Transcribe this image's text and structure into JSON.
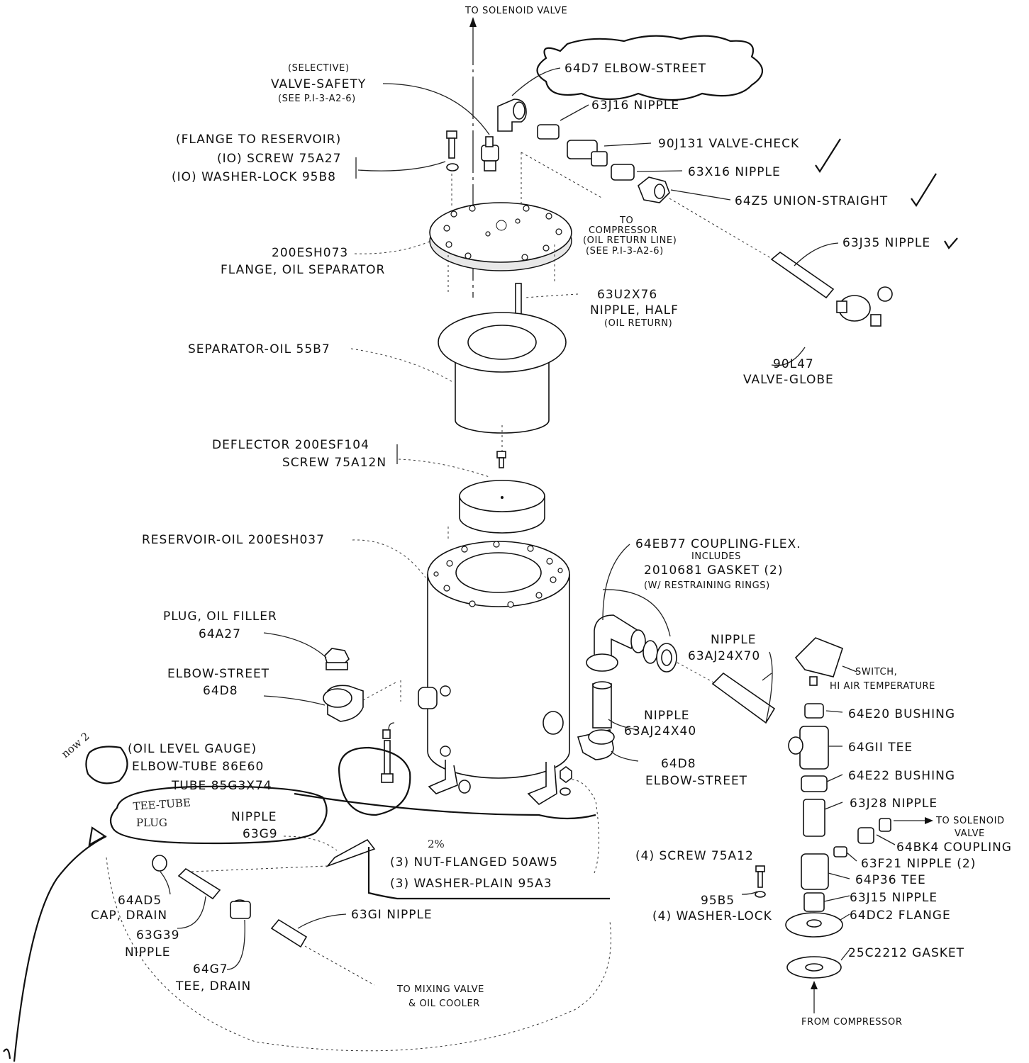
{
  "top_note": "TO SOLENOID VALVE",
  "labels": {
    "elbow_street_top": "64D7   ELBOW-STREET",
    "nipple_63j16": "63J16   NIPPLE",
    "valve_check": "90J131  VALVE-CHECK",
    "nipple_63x16": "63X16   NIPPLE",
    "union_straight": "64Z5  UNION-STRAIGHT",
    "nipple_63j35": "63J35 NIPPLE",
    "valve_globe_code": "90L47",
    "valve_globe_name": "VALVE-GLOBE",
    "selective": "(SELECTIVE)",
    "valve_safety": "VALVE-SAFETY",
    "see_ref_1": "(SEE P.I-3-A2-6)",
    "flange_to_reservoir": "(FLANGE TO RESERVOIR)",
    "screw_75a27": "(IO) SCREW 75A27",
    "washer_95b8": "(IO) WASHER-LOCK  95B8",
    "to": "TO",
    "compressor": "COMPRESSOR",
    "oil_return_line": "(OIL RETURN LINE)",
    "see_ref_2": "(SEE P.I-3-A2-6)",
    "flange_code": "200ESH073",
    "flange_name": "FLANGE, OIL SEPARATOR",
    "nipple_half_code": "63U2X76",
    "nipple_half_name": "NIPPLE, HALF",
    "oil_return": "(OIL RETURN)",
    "separator_oil": "SEPARATOR-OIL 55B7",
    "deflector": "DEFLECTOR 200ESF104",
    "screw_75a12n": "SCREW 75A12N",
    "reservoir_oil": "RESERVOIR-OIL  200ESH037",
    "coupling_flex": "64EB77 COUPLING-FLEX.",
    "includes": "INCLUDES",
    "gasket_2010681": "2010681 GASKET (2)",
    "restraining": "(W/ RESTRAINING RINGS)",
    "plug_oil_filler": "PLUG, OIL FILLER",
    "plug_code": "64A27",
    "elbow_street_left": "ELBOW-STREET",
    "elbow_left_code": "64D8",
    "nipple_right_top": "NIPPLE",
    "nipple_right_top_code": "63AJ24X70",
    "switch": "SWITCH,",
    "hi_air_temp": "HI AIR TEMPERATURE",
    "bushing_64e20": "64E20 BUSHING",
    "nipple_mid": "NIPPLE",
    "nipple_mid_code": "63AJ24X40",
    "tee_64g11": "64GII  TEE",
    "elbow_right_code": "64D8",
    "elbow_right_name": "ELBOW-STREET",
    "bushing_64e22": "64E22 BUSHING",
    "oil_level_gauge": "(OIL LEVEL GAUGE)",
    "elbow_tube": "ELBOW-TUBE 86E60",
    "tube": "TUBE 85G3X74",
    "nipple_63j28": "63J28 NIPPLE",
    "to_solenoid_valve_1": "TO SOLENOID",
    "to_solenoid_valve_2": "VALVE",
    "nipple_63g9_name": "NIPPLE",
    "nipple_63g9_code": "63G9",
    "coupling_64bk4": "64BK4 COUPLING",
    "screw_75a12": "(4) SCREW 75A12",
    "nipple_63f21": "63F21 NIPPLE (2)",
    "nut_flanged": "(3) NUT-FLANGED 50AW5",
    "washer_plain": "(3) WASHER-PLAIN  95A3",
    "tee_64p36": "64P36 TEE",
    "cap_code": "64AD5",
    "cap_name": "CAP, DRAIN",
    "nipple_63g1": "63GI   NIPPLE",
    "washer_95b5_code": "95B5",
    "washer_95b5": "(4) WASHER-LOCK",
    "nipple_63j15": "63J15 NIPPLE",
    "flange_64dc2": "64DC2 FLANGE",
    "nipple_63g39_code": "63G39",
    "nipple_63g39_name": "NIPPLE",
    "gasket_25c2212": "25C2212 GASKET",
    "tee_drain_code": "64G7",
    "tee_drain_name": "TEE, DRAIN",
    "to_mixing_valve": "TO MIXING VALVE",
    "oil_cooler": "& OIL COOLER",
    "from_compressor": "FROM COMPRESSOR"
  },
  "handwriting": {
    "note_top": "now 2",
    "note_tee_tube": "TEE-TUBE",
    "note_plug": "PLUG",
    "note_small": "2%"
  }
}
